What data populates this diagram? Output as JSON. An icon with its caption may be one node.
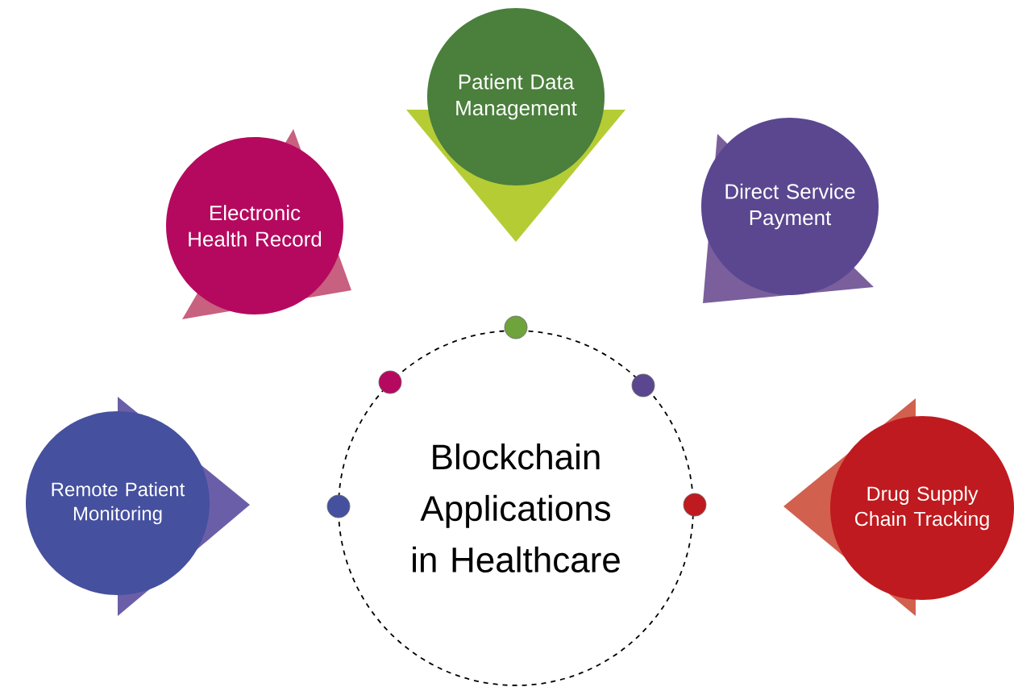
{
  "diagram": {
    "nodes": [
      {
        "text": [
          "Patient Data Management"
        ]
      },
      {
        "text": [
          "Electronic Health Record"
        ]
      },
      {
        "text": [
          "Direct Service Payment"
        ]
      },
      {
        "text": [
          "Remote Patient Monitoring"
        ]
      },
      {
        "text": [
          "Blockchain Applications in Healthcare"
        ]
      },
      {
        "text": [
          "Drug Supply Chain Tracking"
        ]
      }
    ]
  }
}
